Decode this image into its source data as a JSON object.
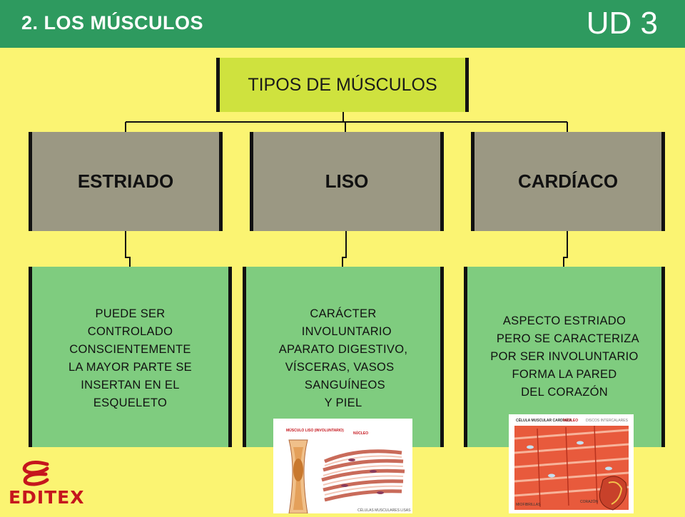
{
  "header": {
    "section_title": "2. LOS MÚSCULOS",
    "unit_label": "UD 3",
    "color": "#2e9a5f"
  },
  "diagram": {
    "root": "TIPOS DE MÚSCULOS",
    "types": [
      {
        "label": "ESTRIADO",
        "description": "PUEDE SER\nCONTROLADO\nCONSCIENTEMENTE\nLA MAYOR PARTE SE\nINSERTAN EN EL\nESQUELETO"
      },
      {
        "label": "LISO",
        "description": "CARÁCTER\n  INVOLUNTARIO\nAPARATO DIGESTIVO,\nVÍSCERAS, VASOS  \n SANGUÍNEOS\nY PIEL"
      },
      {
        "label": "CARDÍACO",
        "description": "ASPECTO ESTRIADO\n  PERO SE CARACTERIZA\nPOR SER INVOLUNTARIO\nFORMA LA PARED\nDEL CORAZÓN"
      }
    ],
    "colors": {
      "background": "#fbf472",
      "root_box": "#cfe23e",
      "type_box": "#9b9883",
      "description_box": "#7fcc7f"
    }
  },
  "illustrations": [
    {
      "name": "smooth-muscle-illustration",
      "labels": [
        "MÚSCULO LISO (INVOLUNTARIO)",
        "NÚCLEO",
        "CÉLULAS MUSCULARES LISAS"
      ]
    },
    {
      "name": "cardiac-muscle-illustration",
      "labels": [
        "CÉLULA MUSCULAR CARDÍACA",
        "NÚCLEO",
        "DISCOS INTERCALARES",
        "MIOFIBRILLAS",
        "CORAZÓN"
      ]
    }
  ],
  "logo": {
    "text": "EDITEX",
    "color": "#c5161d"
  }
}
